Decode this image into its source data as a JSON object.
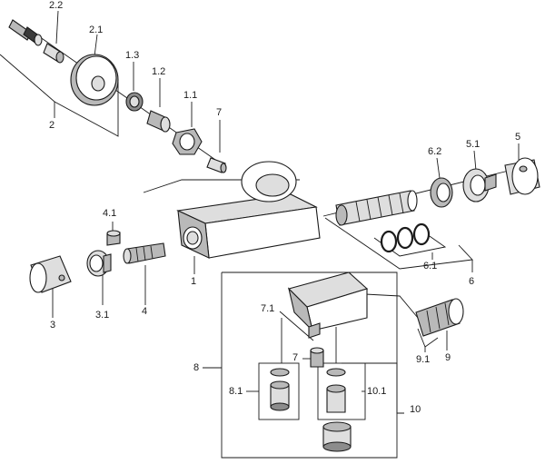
{
  "callouts": {
    "c_2_2": "2.2",
    "c_2_1": "2.1",
    "c_2": "2",
    "c_1_3": "1.3",
    "c_1_2": "1.2",
    "c_1_1": "1.1",
    "c_7_top": "7",
    "c_6_2": "6.2",
    "c_5_1": "5.1",
    "c_5": "5",
    "c_4_1": "4.1",
    "c_6_1": "6.1",
    "c_6": "6",
    "c_1": "1",
    "c_4": "4",
    "c_3": "3",
    "c_3_1": "3.1",
    "c_7_1": "7.1",
    "c_7_mid": "7",
    "c_8": "8",
    "c_8_1": "8.1",
    "c_10_1": "10.1",
    "c_10": "10",
    "c_9_1": "9.1",
    "c_9": "9"
  }
}
